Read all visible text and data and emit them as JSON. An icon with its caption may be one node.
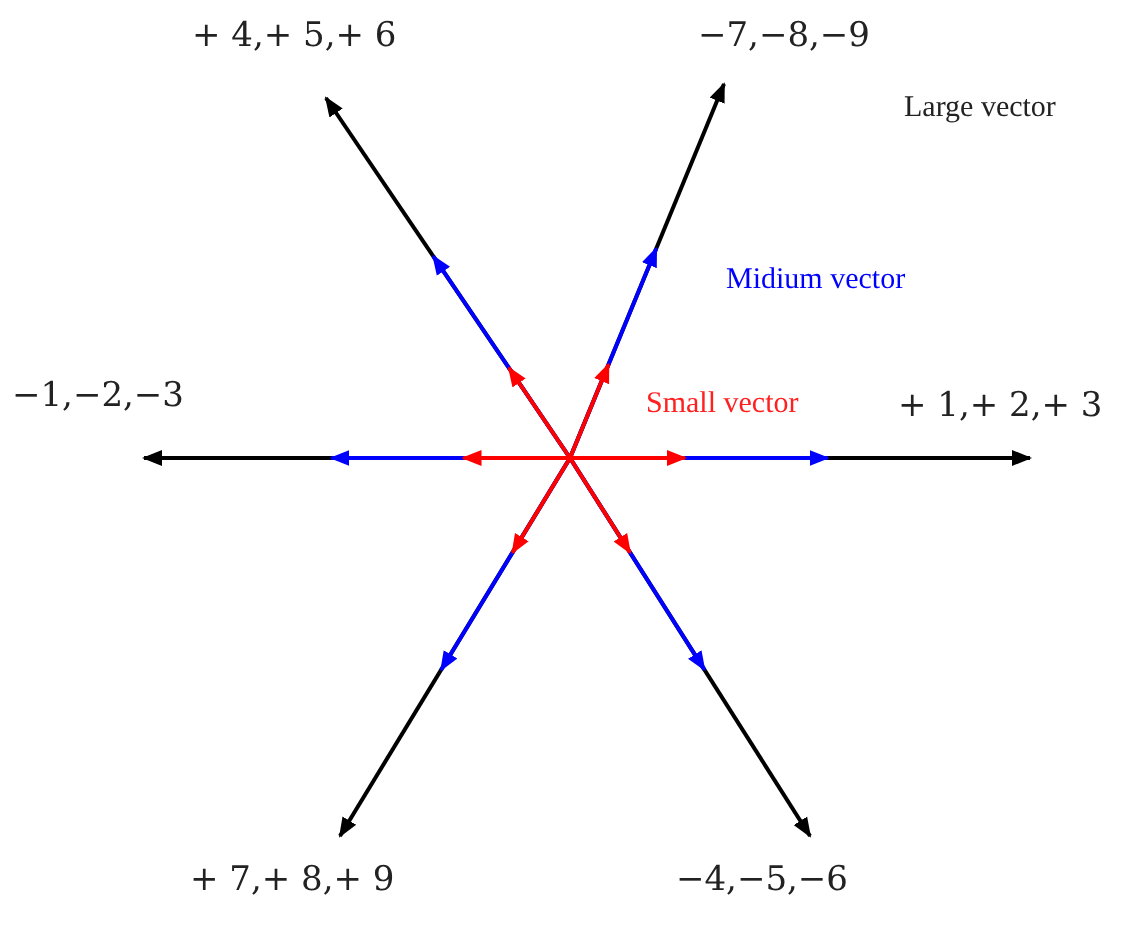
{
  "diagram": {
    "labels": [
      "+ 4,+ 5,+ 6",
      "−7,−8,−9",
      "Large vector",
      "Midium vector",
      "−1,−2,−3",
      "Small vector",
      "+ 1,+ 2,+ 3",
      "+ 7,+ 8,+ 9",
      "−4,−5,−6"
    ]
  }
}
